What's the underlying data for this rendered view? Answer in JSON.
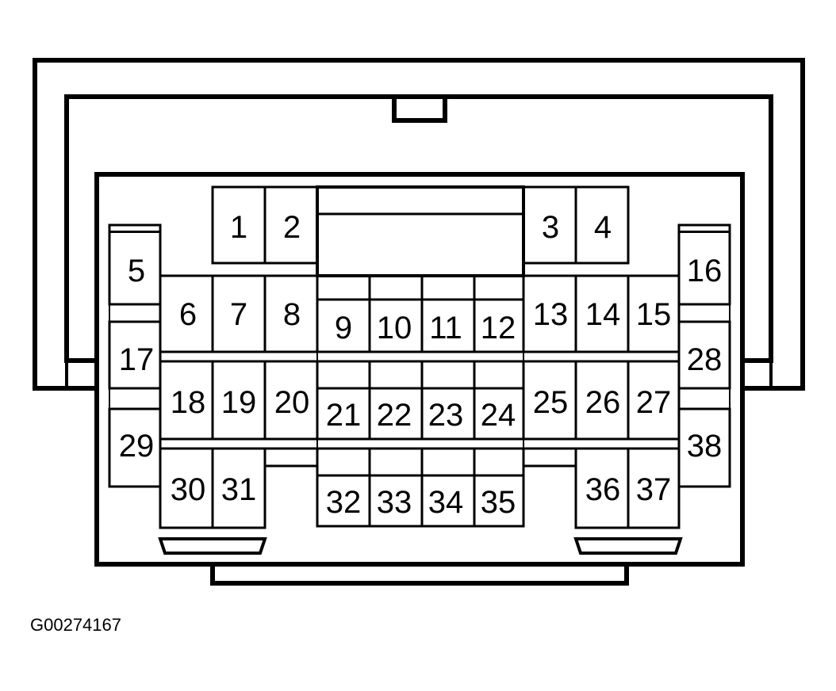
{
  "figure_code": "G00274167",
  "pins": [
    "1",
    "2",
    "3",
    "4",
    "5",
    "6",
    "7",
    "8",
    "9",
    "10",
    "11",
    "12",
    "13",
    "14",
    "15",
    "16",
    "17",
    "18",
    "19",
    "20",
    "21",
    "22",
    "23",
    "24",
    "25",
    "26",
    "27",
    "28",
    "29",
    "30",
    "31",
    "32",
    "33",
    "34",
    "35",
    "36",
    "37",
    "38"
  ]
}
